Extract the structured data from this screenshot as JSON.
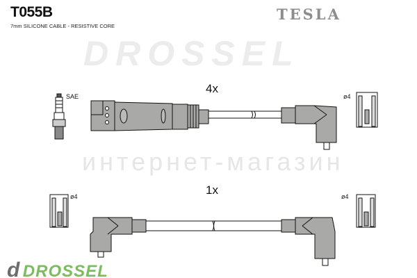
{
  "header": {
    "part_number": "T055B",
    "description": "7mm SILICONE CABLE - RESISTIVE CORE",
    "brand": "TESLA"
  },
  "cables": [
    {
      "quantity": "4x",
      "plug_label": "SAE",
      "terminal_label": "ø4"
    },
    {
      "quantity": "1x",
      "left_terminal_label": "ø4",
      "right_terminal_label": "ø4"
    }
  ],
  "watermark": {
    "logo": "DROSSEL",
    "tagline": "интернет-магазин"
  },
  "logo": {
    "mark": "d",
    "name": "DROSSEL"
  },
  "colors": {
    "boot": "#a9aaa8",
    "line": "#111111",
    "brand": "#8d8d8d",
    "logo_green": "#7bbd5d"
  }
}
